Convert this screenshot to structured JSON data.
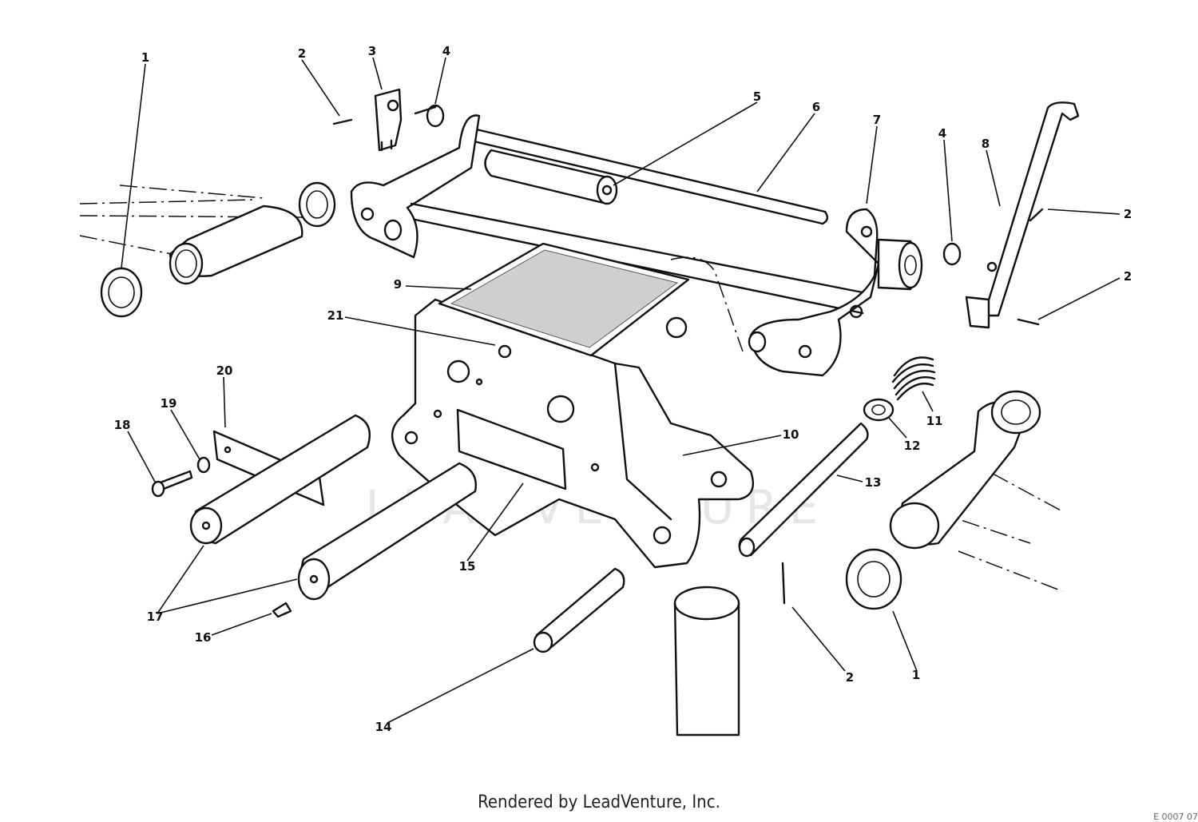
{
  "diagram": {
    "callouts": [
      "1",
      "2",
      "3",
      "4",
      "5",
      "6",
      "7",
      "4",
      "8",
      "2",
      "2",
      "9",
      "21",
      "20",
      "19",
      "18",
      "10",
      "11",
      "12",
      "13",
      "15",
      "17",
      "16",
      "14",
      "2",
      "1"
    ],
    "watermark": "LEADVENTURE"
  },
  "footer": {
    "rendered_by": "Rendered by LeadVenture, Inc."
  },
  "part_number": "E 0007 07"
}
